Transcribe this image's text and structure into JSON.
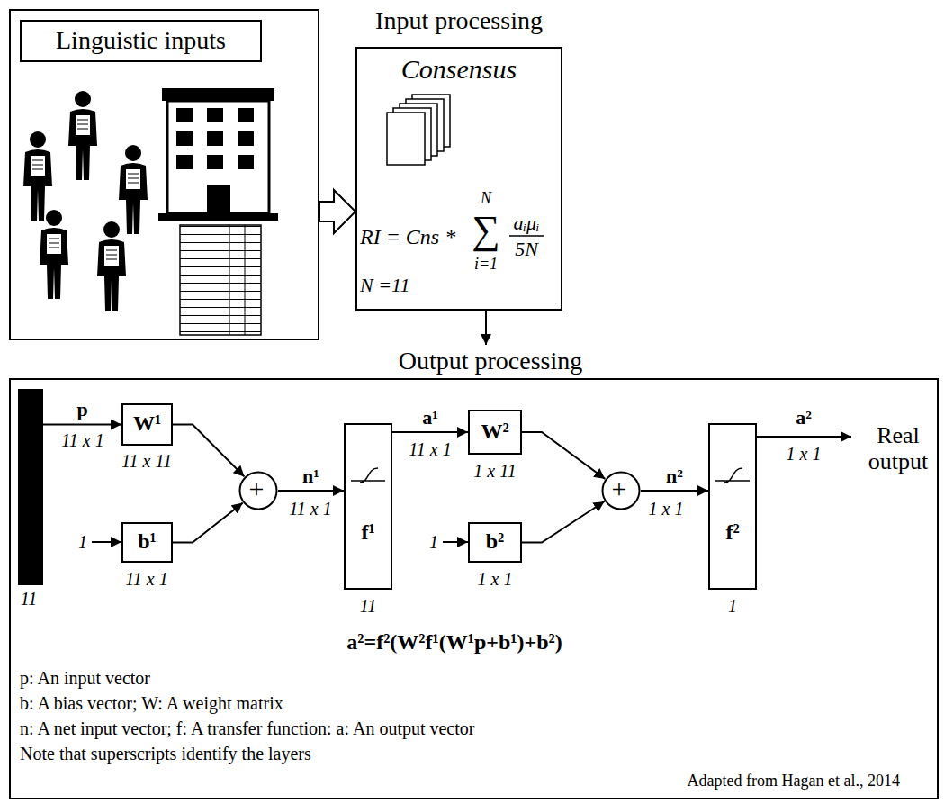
{
  "diagram": {
    "nodes": [
      {
        "text": [
          "Linguistic inputs"
        ]
      },
      {
        "text": [
          "Input processing",
          "Consensus",
          "RI = Cns *",
          "N",
          "∑",
          "i=1",
          "aᵢμᵢ",
          "5N",
          "N =11"
        ]
      },
      {
        "text": [
          "Output processing",
          "a²=f²(W²f¹(W¹p+b¹)+b²)",
          "p: An input vector",
          "b: A bias vector; W: A weight matrix",
          "n: A net input vector; f: A transfer function: a: An output vector",
          "Note that superscripts identify the layers",
          "Adapted from Hagan et al., 2014"
        ]
      },
      {
        "text": [
          "11"
        ],
        "in": 2
      },
      {
        "text": [
          "W¹",
          "11 x 11"
        ],
        "in": 2
      },
      {
        "text": [
          "b¹",
          "11 x 1"
        ],
        "in": 2
      },
      {
        "text": [
          "+"
        ],
        "in": 2
      },
      {
        "text": [
          "f¹",
          "11"
        ],
        "in": 2
      },
      {
        "text": [
          "W²",
          "1 x 11"
        ],
        "in": 2
      },
      {
        "text": [
          "b²",
          "1 x 1"
        ],
        "in": 2
      },
      {
        "text": [
          "+"
        ],
        "in": 2
      },
      {
        "text": [
          "f²",
          "1"
        ],
        "in": 2
      }
    ],
    "edges": [
      {
        "from": 0,
        "to": 1,
        "arrow": "to"
      },
      {
        "from": 1,
        "to": 2,
        "arrow": "to"
      },
      {
        "from": 3,
        "to": 4,
        "label": "p",
        "arrow": "to"
      },
      {
        "from": 4,
        "to": 6,
        "arrow": "to"
      },
      {
        "from": 5,
        "to": 6,
        "arrow": "to"
      },
      {
        "from": 6,
        "to": 7,
        "label": "n¹",
        "arrow": "to"
      },
      {
        "from": 7,
        "to": 8,
        "label": "a¹",
        "arrow": "to"
      },
      {
        "from": 8,
        "to": 10,
        "arrow": "to"
      },
      {
        "from": 9,
        "to": 10,
        "arrow": "to"
      },
      {
        "from": 10,
        "to": 11,
        "label": "n²",
        "arrow": "to"
      }
    ],
    "labels": [
      "11 x 1",
      "11 x 1",
      "11 x 1",
      "1 x 1",
      "a²",
      "1 x 1",
      "Real output",
      "1",
      "1"
    ]
  }
}
